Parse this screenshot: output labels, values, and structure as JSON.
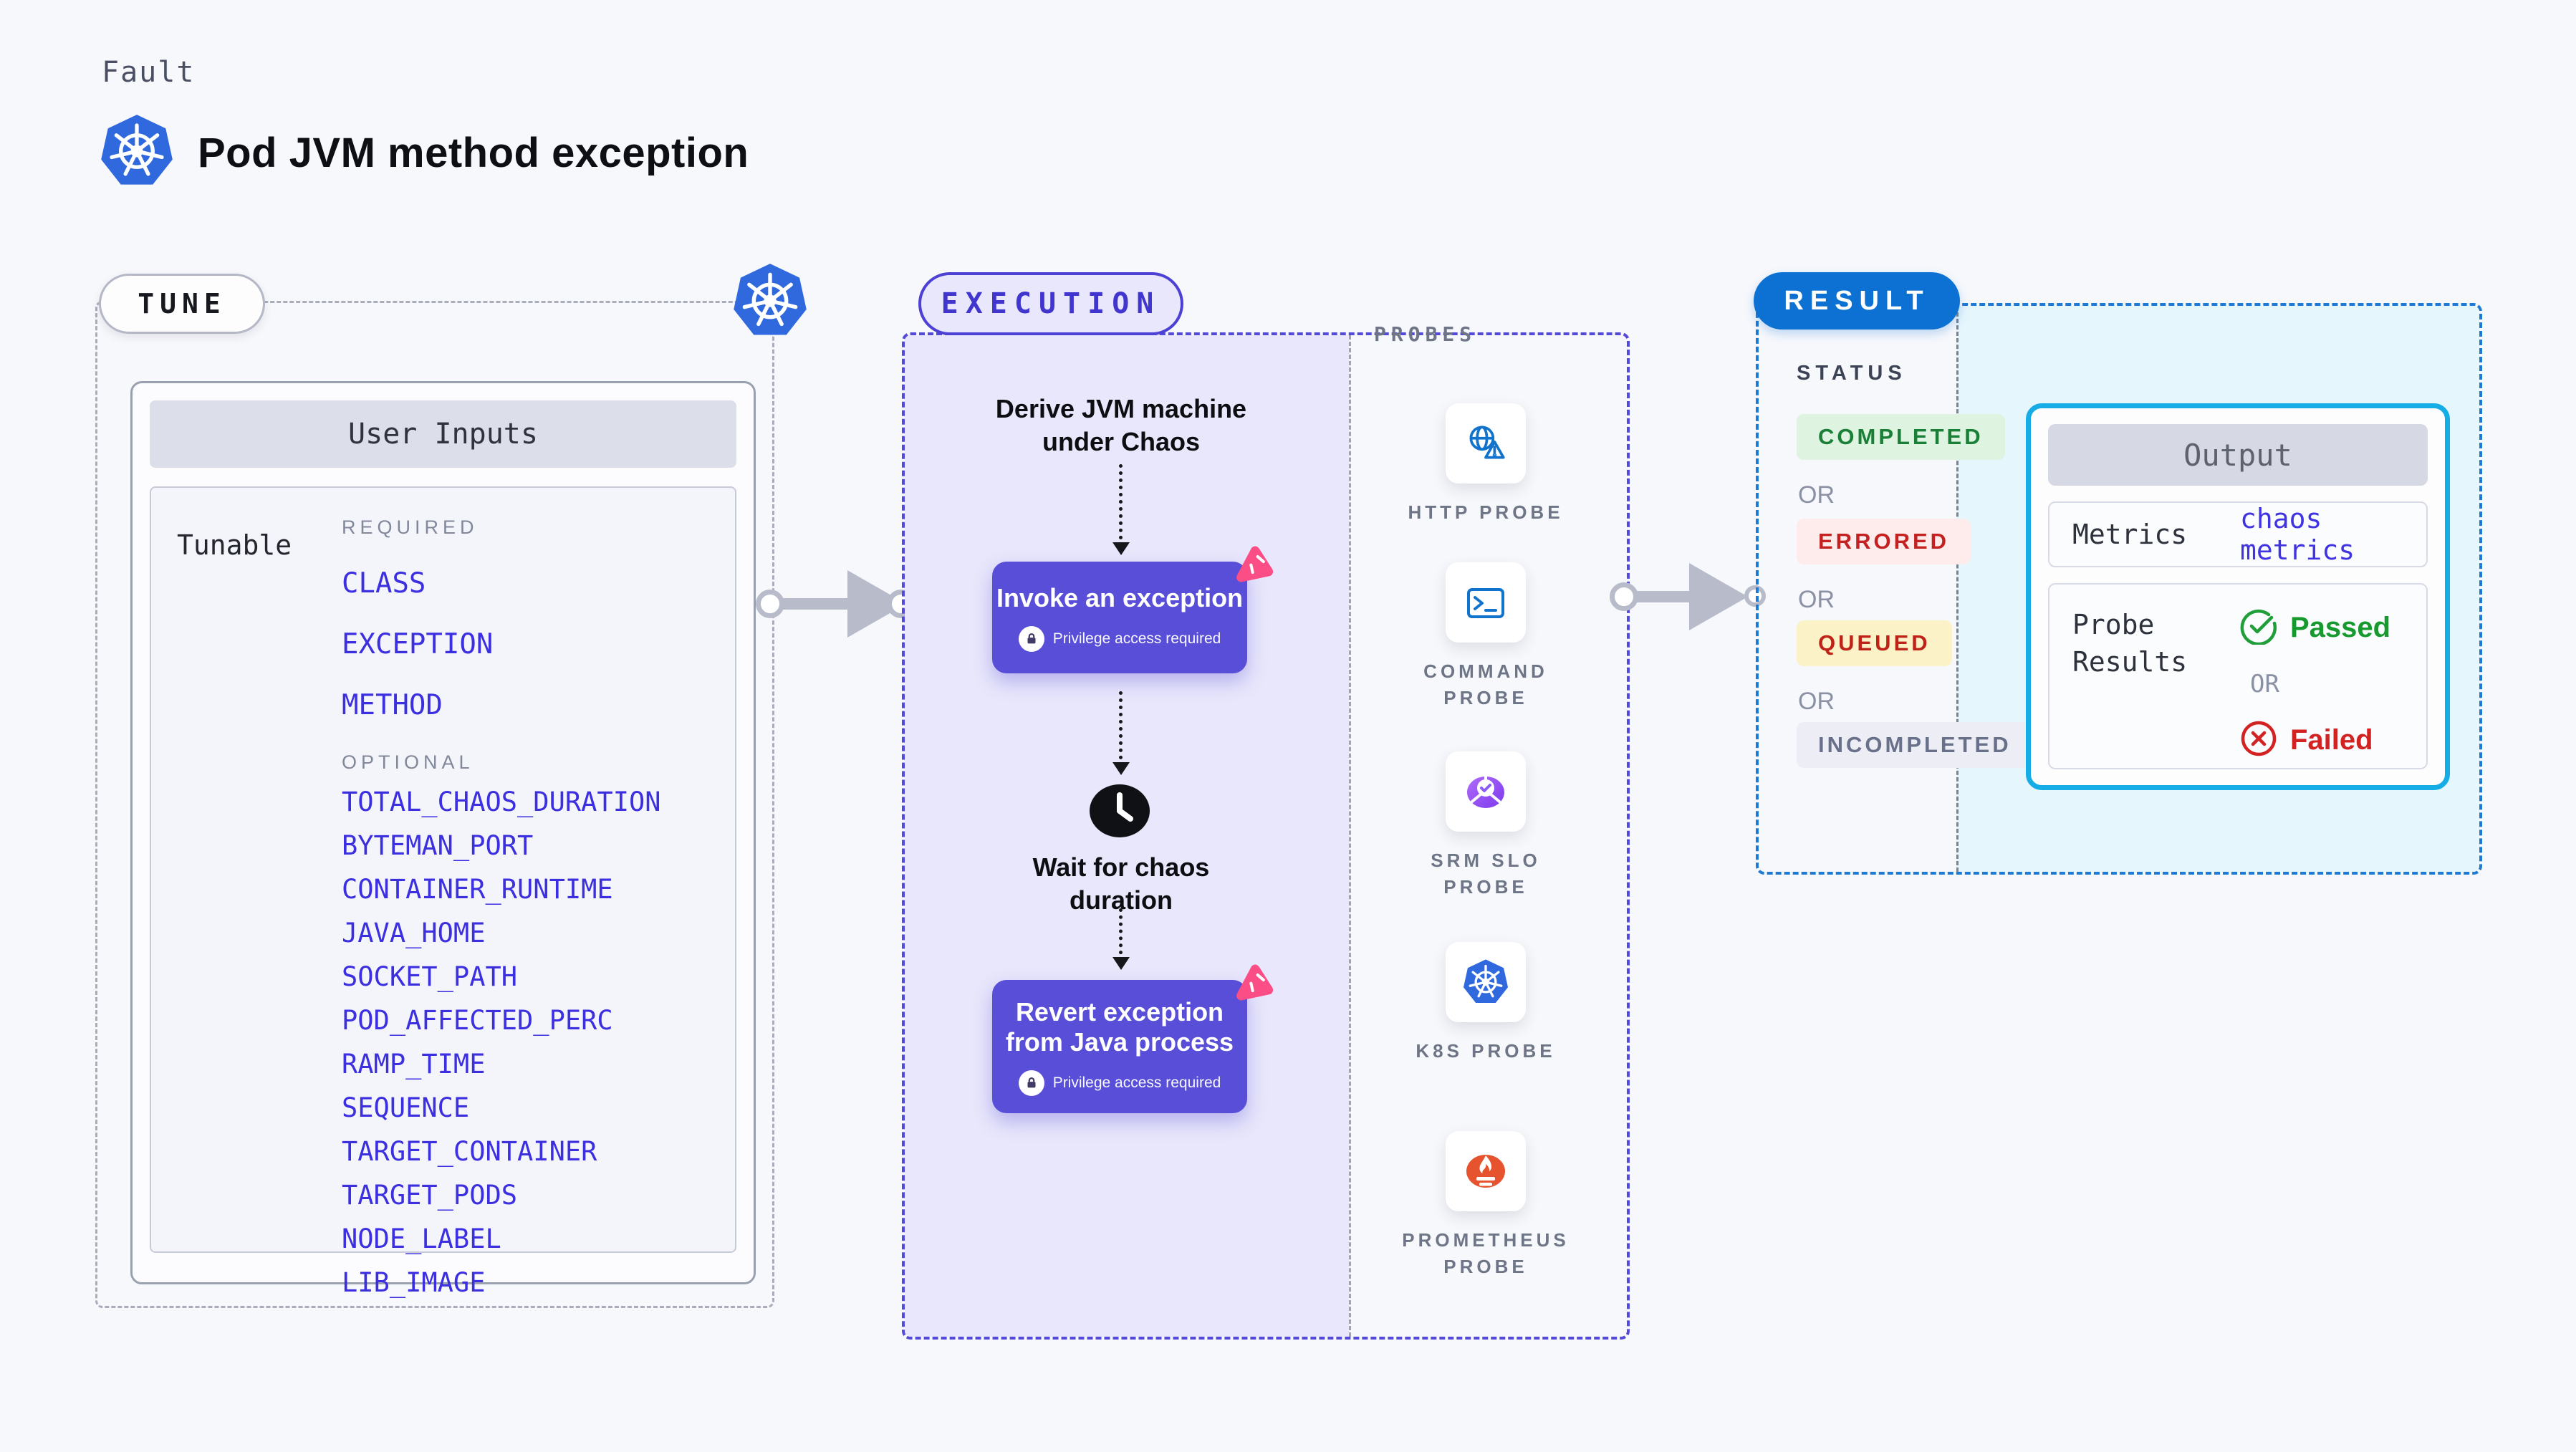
{
  "header": {
    "kicker": "Fault",
    "title": "Pod JVM method exception",
    "logo_icon": "kubernetes-icon"
  },
  "tune": {
    "pill_label": "TUNE",
    "corner_icon": "kubernetes-icon",
    "card": {
      "title": "User Inputs",
      "row_label": "Tunable",
      "required_label": "REQUIRED",
      "required": [
        "CLASS",
        "EXCEPTION",
        "METHOD"
      ],
      "optional_label": "OPTIONAL",
      "optional": [
        "TOTAL_CHAOS_DURATION",
        "BYTEMAN_PORT",
        "CONTAINER_RUNTIME",
        "JAVA_HOME",
        "SOCKET_PATH",
        "POD_AFFECTED_PERC",
        "RAMP_TIME",
        "SEQUENCE",
        "TARGET_CONTAINER",
        "TARGET_PODS",
        "NODE_LABEL",
        "LIB_IMAGE"
      ],
      "param_color": "#3b2fe0"
    }
  },
  "execution": {
    "pill_label": "EXECUTION",
    "accent_color": "#584ed8",
    "steps": {
      "derive": "Derive JVM machine under Chaos",
      "invoke_title": "Invoke an exception",
      "invoke_note": "Privilege access required",
      "wait": "Wait for chaos duration",
      "revert_title": "Revert exception from Java process",
      "revert_note": "Privilege access required"
    }
  },
  "probes": {
    "label": "PROBES",
    "items": [
      {
        "label": "HTTP PROBE",
        "icon": "globe-warning-icon"
      },
      {
        "label": "COMMAND PROBE",
        "icon": "terminal-icon"
      },
      {
        "label": "SRM SLO PROBE",
        "icon": "slo-gauge-icon"
      },
      {
        "label": "K8S PROBE",
        "icon": "kubernetes-icon"
      },
      {
        "label": "PROMETHEUS PROBE",
        "icon": "prometheus-icon"
      }
    ]
  },
  "result": {
    "pill_label": "RESULT",
    "pill_color": "#0c71d3",
    "status_label": "STATUS",
    "or_label": "OR",
    "statuses": [
      {
        "label": "COMPLETED",
        "fg": "#1a7f37",
        "bg": "#def3e0"
      },
      {
        "label": "ERRORED",
        "fg": "#c42222",
        "bg": "#fdeceb"
      },
      {
        "label": "QUEUED",
        "fg": "#bf2318",
        "bg": "#fcf2c8"
      },
      {
        "label": "INCOMPLETED",
        "fg": "#68708a",
        "bg": "#ecedf5"
      }
    ],
    "output": {
      "title": "Output",
      "metrics_label": "Metrics",
      "metrics_value": "chaos metrics",
      "metrics_value_color": "#4033e2",
      "probe_results_label": "Probe Results",
      "passed_label": "Passed",
      "passed_color": "#169a2e",
      "or_label": "OR",
      "failed_label": "Failed",
      "failed_color": "#d32222",
      "border_color": "#16ade6"
    }
  }
}
